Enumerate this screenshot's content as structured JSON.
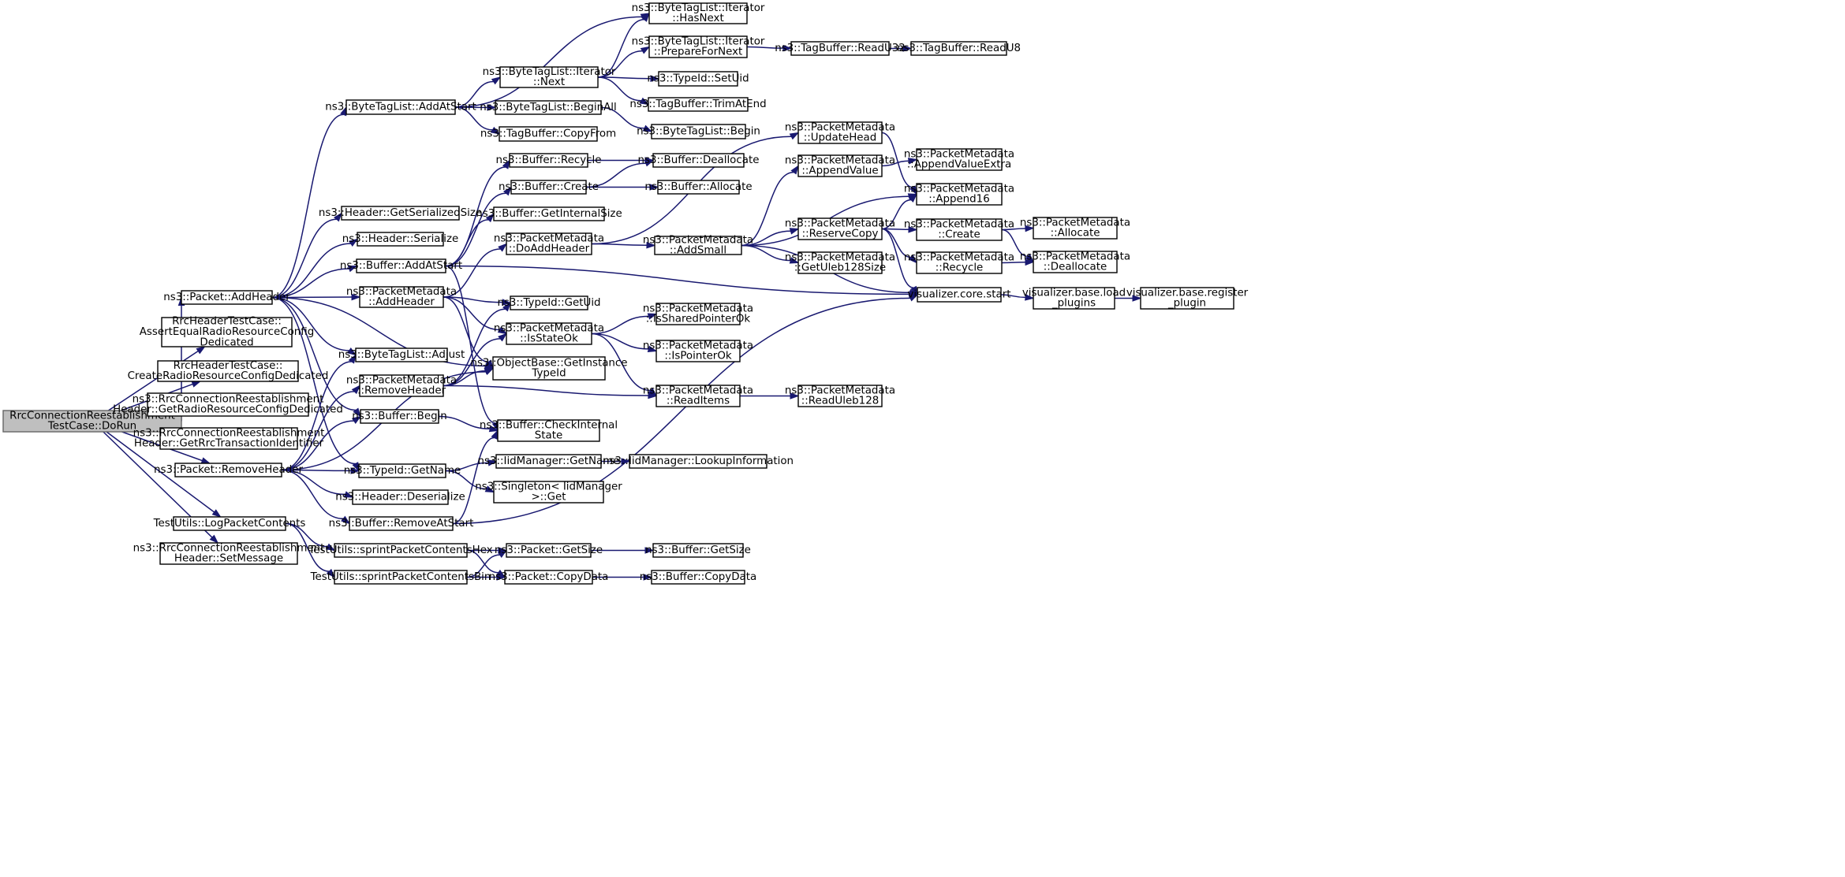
{
  "nodes": [
    {
      "id": "root",
      "lines": [
        "RrcConnectionReestablishment",
        "TestCase::DoRun"
      ],
      "root": true
    },
    {
      "id": "pkt_addheader",
      "lines": [
        "ns3::Packet::AddHeader"
      ]
    },
    {
      "id": "rrc_assert",
      "lines": [
        "RrcHeaderTestCase::",
        "AssertEqualRadioResourceConfig",
        "Dedicated"
      ]
    },
    {
      "id": "rrc_create",
      "lines": [
        "RrcHeaderTestCase::",
        "CreateRadioResourceConfigDedicated"
      ]
    },
    {
      "id": "rrc_getradio",
      "lines": [
        "ns3::RrcConnectionReestablishment",
        "Header::GetRadioResourceConfigDedicated"
      ]
    },
    {
      "id": "rrc_gettrans",
      "lines": [
        "ns3::RrcConnectionReestablishment",
        "Header::GetRrcTransactionIdentifier"
      ]
    },
    {
      "id": "pkt_removeheader",
      "lines": [
        "ns3::Packet::RemoveHeader"
      ]
    },
    {
      "id": "log_contents",
      "lines": [
        "TestUtils::LogPacketContents"
      ]
    },
    {
      "id": "rrc_setmsg",
      "lines": [
        "ns3::RrcConnectionReestablishment",
        "Header::SetMessage"
      ]
    },
    {
      "id": "btl_addatstart",
      "lines": [
        "ns3::ByteTagList::AddAtStart"
      ]
    },
    {
      "id": "hdr_getsersize",
      "lines": [
        "ns3::Header::GetSerializedSize"
      ]
    },
    {
      "id": "hdr_serialize",
      "lines": [
        "ns3::Header::Serialize"
      ]
    },
    {
      "id": "buf_addatstart",
      "lines": [
        "ns3::Buffer::AddAtStart"
      ]
    },
    {
      "id": "pm_addheader",
      "lines": [
        "ns3::PacketMetadata",
        "::AddHeader"
      ]
    },
    {
      "id": "btl_adjust",
      "lines": [
        "ns3::ByteTagList::Adjust"
      ]
    },
    {
      "id": "pm_removeheader",
      "lines": [
        "ns3::PacketMetadata",
        "::RemoveHeader"
      ]
    },
    {
      "id": "buf_begin",
      "lines": [
        "ns3::Buffer::Begin"
      ]
    },
    {
      "id": "tid_getname",
      "lines": [
        "ns3::TypeId::GetName"
      ]
    },
    {
      "id": "hdr_deserialize",
      "lines": [
        "ns3::Header::Deserialize"
      ]
    },
    {
      "id": "buf_removeatstart",
      "lines": [
        "ns3::Buffer::RemoveAtStart"
      ]
    },
    {
      "id": "spr_hex",
      "lines": [
        "TestUtils::sprintPacketContentsHex"
      ]
    },
    {
      "id": "spr_bin",
      "lines": [
        "TestUtils::sprintPacketContentsBin"
      ]
    },
    {
      "id": "it_next",
      "lines": [
        "ns3::ByteTagList::Iterator",
        "::Next"
      ]
    },
    {
      "id": "btl_beginall",
      "lines": [
        "ns3::ByteTagList::BeginAll"
      ]
    },
    {
      "id": "tb_copyfrom",
      "lines": [
        "ns3::TagBuffer::CopyFrom"
      ]
    },
    {
      "id": "buf_recycle",
      "lines": [
        "ns3::Buffer::Recycle"
      ]
    },
    {
      "id": "buf_create",
      "lines": [
        "ns3::Buffer::Create"
      ]
    },
    {
      "id": "buf_getinternalsize",
      "lines": [
        "ns3::Buffer::GetInternalSize"
      ]
    },
    {
      "id": "pm_doaddheader",
      "lines": [
        "ns3::PacketMetadata",
        "::DoAddHeader"
      ]
    },
    {
      "id": "tid_getuid",
      "lines": [
        "ns3::TypeId::GetUid"
      ]
    },
    {
      "id": "pm_isstateok",
      "lines": [
        "ns3::PacketMetadata",
        "::IsStateOk"
      ]
    },
    {
      "id": "ob_getinstancetypeid",
      "lines": [
        "ns3::ObjectBase::GetInstance",
        "TypeId"
      ]
    },
    {
      "id": "buf_checkinternal",
      "lines": [
        "ns3::Buffer::CheckInternal",
        "State"
      ]
    },
    {
      "id": "iid_getname",
      "lines": [
        "ns3::IidManager::GetName"
      ]
    },
    {
      "id": "singleton_get",
      "lines": [
        "ns3::Singleton< IidManager",
        ">::Get"
      ]
    },
    {
      "id": "pkt_getsize",
      "lines": [
        "ns3::Packet::GetSize"
      ]
    },
    {
      "id": "pkt_copydata",
      "lines": [
        "ns3::Packet::CopyData"
      ]
    },
    {
      "id": "it_hasnext",
      "lines": [
        "ns3::ByteTagList::Iterator",
        "::HasNext"
      ]
    },
    {
      "id": "it_prepare",
      "lines": [
        "ns3::ByteTagList::Iterator",
        "::PrepareForNext"
      ]
    },
    {
      "id": "tid_setuid",
      "lines": [
        "ns3::TypeId::SetUid"
      ]
    },
    {
      "id": "tb_trimatend",
      "lines": [
        "ns3::TagBuffer::TrimAtEnd"
      ]
    },
    {
      "id": "btl_begin",
      "lines": [
        "ns3::ByteTagList::Begin"
      ]
    },
    {
      "id": "buf_deallocate",
      "lines": [
        "ns3::Buffer::Deallocate"
      ]
    },
    {
      "id": "buf_allocate",
      "lines": [
        "ns3::Buffer::Allocate"
      ]
    },
    {
      "id": "pm_addsmall",
      "lines": [
        "ns3::PacketMetadata",
        "::AddSmall"
      ]
    },
    {
      "id": "pm_issharedptr",
      "lines": [
        "ns3::PacketMetadata",
        "::IsSharedPointerOk"
      ]
    },
    {
      "id": "pm_isptr",
      "lines": [
        "ns3::PacketMetadata",
        "::IsPointerOk"
      ]
    },
    {
      "id": "pm_readitems",
      "lines": [
        "ns3::PacketMetadata",
        "::ReadItems"
      ]
    },
    {
      "id": "iid_lookup",
      "lines": [
        "ns3::IidManager::LookupInformation"
      ]
    },
    {
      "id": "buf_getsize",
      "lines": [
        "ns3::Buffer::GetSize"
      ]
    },
    {
      "id": "buf_copydata",
      "lines": [
        "ns3::Buffer::CopyData"
      ]
    },
    {
      "id": "tb_readu32",
      "lines": [
        "ns3::TagBuffer::ReadU32"
      ]
    },
    {
      "id": "pm_updatehead",
      "lines": [
        "ns3::PacketMetadata",
        "::UpdateHead"
      ]
    },
    {
      "id": "pm_appendvalue",
      "lines": [
        "ns3::PacketMetadata",
        "::AppendValue"
      ]
    },
    {
      "id": "pm_reservecopy",
      "lines": [
        "ns3::PacketMetadata",
        "::ReserveCopy"
      ]
    },
    {
      "id": "pm_getuleb128size",
      "lines": [
        "ns3::PacketMetadata",
        "::GetUleb128Size"
      ]
    },
    {
      "id": "pm_readuleb128",
      "lines": [
        "ns3::PacketMetadata",
        "::ReadUleb128"
      ]
    },
    {
      "id": "tb_readu8",
      "lines": [
        "ns3::TagBuffer::ReadU8"
      ]
    },
    {
      "id": "pm_appendvalueextra",
      "lines": [
        "ns3::PacketMetadata",
        "::AppendValueExtra"
      ]
    },
    {
      "id": "pm_append16",
      "lines": [
        "ns3::PacketMetadata",
        "::Append16"
      ]
    },
    {
      "id": "pm_create",
      "lines": [
        "ns3::PacketMetadata",
        "::Create"
      ]
    },
    {
      "id": "pm_recycle",
      "lines": [
        "ns3::PacketMetadata",
        "::Recycle"
      ]
    },
    {
      "id": "vis_core_start",
      "lines": [
        "visualizer.core.start"
      ]
    },
    {
      "id": "pm_allocate",
      "lines": [
        "ns3::PacketMetadata",
        "::Allocate"
      ]
    },
    {
      "id": "pm_deallocate",
      "lines": [
        "ns3::PacketMetadata",
        "::Deallocate"
      ]
    },
    {
      "id": "vis_load_plugins",
      "lines": [
        "visualizer.base.load",
        "_plugins"
      ]
    },
    {
      "id": "vis_register_plugin",
      "lines": [
        "visualizer.base.register",
        "_plugin"
      ]
    }
  ],
  "edges": [
    [
      "root",
      "pkt_addheader"
    ],
    [
      "root",
      "rrc_assert"
    ],
    [
      "root",
      "rrc_create"
    ],
    [
      "root",
      "rrc_getradio"
    ],
    [
      "root",
      "rrc_gettrans"
    ],
    [
      "root",
      "pkt_removeheader"
    ],
    [
      "root",
      "log_contents"
    ],
    [
      "root",
      "rrc_setmsg"
    ],
    [
      "pkt_addheader",
      "btl_addatstart"
    ],
    [
      "pkt_addheader",
      "hdr_getsersize"
    ],
    [
      "pkt_addheader",
      "hdr_serialize"
    ],
    [
      "pkt_addheader",
      "buf_addatstart"
    ],
    [
      "pkt_addheader",
      "pm_addheader"
    ],
    [
      "pkt_addheader",
      "btl_adjust"
    ],
    [
      "pkt_addheader",
      "buf_begin"
    ],
    [
      "pkt_addheader",
      "tid_getname"
    ],
    [
      "pkt_addheader",
      "ob_getinstancetypeid"
    ],
    [
      "pkt_removeheader",
      "pm_removeheader"
    ],
    [
      "pkt_removeheader",
      "btl_adjust"
    ],
    [
      "pkt_removeheader",
      "buf_begin"
    ],
    [
      "pkt_removeheader",
      "tid_getname"
    ],
    [
      "pkt_removeheader",
      "hdr_deserialize"
    ],
    [
      "pkt_removeheader",
      "buf_removeatstart"
    ],
    [
      "pkt_removeheader",
      "ob_getinstancetypeid"
    ],
    [
      "log_contents",
      "spr_hex"
    ],
    [
      "log_contents",
      "spr_bin"
    ],
    [
      "btl_addatstart",
      "it_hasnext"
    ],
    [
      "btl_addatstart",
      "it_next"
    ],
    [
      "btl_addatstart",
      "btl_beginall"
    ],
    [
      "btl_addatstart",
      "tb_copyfrom"
    ],
    [
      "it_next",
      "it_hasnext"
    ],
    [
      "it_next",
      "it_prepare"
    ],
    [
      "it_next",
      "tid_setuid"
    ],
    [
      "it_next",
      "tb_trimatend"
    ],
    [
      "it_prepare",
      "tb_readu32"
    ],
    [
      "tb_readu32",
      "tb_readu8"
    ],
    [
      "btl_beginall",
      "btl_begin"
    ],
    [
      "buf_addatstart",
      "buf_recycle"
    ],
    [
      "buf_addatstart",
      "buf_create"
    ],
    [
      "buf_addatstart",
      "buf_getinternalsize"
    ],
    [
      "buf_addatstart",
      "buf_checkinternal"
    ],
    [
      "buf_addatstart",
      "vis_core_start"
    ],
    [
      "buf_recycle",
      "buf_deallocate"
    ],
    [
      "buf_create",
      "buf_deallocate"
    ],
    [
      "buf_create",
      "buf_allocate"
    ],
    [
      "pm_addheader",
      "pm_doaddheader"
    ],
    [
      "pm_addheader",
      "tid_getuid"
    ],
    [
      "pm_addheader",
      "pm_isstateok"
    ],
    [
      "pm_addheader",
      "ob_getinstancetypeid"
    ],
    [
      "pm_doaddheader",
      "pm_updatehead"
    ],
    [
      "pm_doaddheader",
      "pm_addsmall"
    ],
    [
      "pm_addsmall",
      "pm_appendvalue"
    ],
    [
      "pm_addsmall",
      "pm_append16"
    ],
    [
      "pm_addsmall",
      "pm_reservecopy"
    ],
    [
      "pm_addsmall",
      "pm_getuleb128size"
    ],
    [
      "pm_addsmall",
      "vis_core_start"
    ],
    [
      "pm_updatehead",
      "pm_append16"
    ],
    [
      "pm_appendvalue",
      "pm_appendvalueextra"
    ],
    [
      "pm_reservecopy",
      "pm_append16"
    ],
    [
      "pm_reservecopy",
      "pm_create"
    ],
    [
      "pm_reservecopy",
      "pm_recycle"
    ],
    [
      "pm_reservecopy",
      "vis_core_start"
    ],
    [
      "pm_create",
      "pm_allocate"
    ],
    [
      "pm_create",
      "pm_deallocate"
    ],
    [
      "pm_recycle",
      "pm_deallocate"
    ],
    [
      "pm_removeheader",
      "tid_getuid"
    ],
    [
      "pm_removeheader",
      "pm_isstateok"
    ],
    [
      "pm_removeheader",
      "ob_getinstancetypeid"
    ],
    [
      "pm_removeheader",
      "pm_readitems"
    ],
    [
      "pm_isstateok",
      "pm_issharedptr"
    ],
    [
      "pm_isstateok",
      "pm_isptr"
    ],
    [
      "pm_isstateok",
      "pm_readitems"
    ],
    [
      "pm_readitems",
      "pm_readuleb128"
    ],
    [
      "buf_begin",
      "buf_checkinternal"
    ],
    [
      "tid_getname",
      "iid_getname"
    ],
    [
      "tid_getname",
      "singleton_get"
    ],
    [
      "iid_getname",
      "iid_lookup"
    ],
    [
      "buf_removeatstart",
      "buf_checkinternal"
    ],
    [
      "buf_removeatstart",
      "vis_core_start"
    ],
    [
      "spr_hex",
      "pkt_getsize"
    ],
    [
      "spr_hex",
      "pkt_copydata"
    ],
    [
      "spr_bin",
      "pkt_getsize"
    ],
    [
      "spr_bin",
      "pkt_copydata"
    ],
    [
      "pkt_getsize",
      "buf_getsize"
    ],
    [
      "pkt_copydata",
      "buf_copydata"
    ],
    [
      "vis_core_start",
      "vis_load_plugins"
    ],
    [
      "vis_load_plugins",
      "vis_register_plugin"
    ]
  ]
}
